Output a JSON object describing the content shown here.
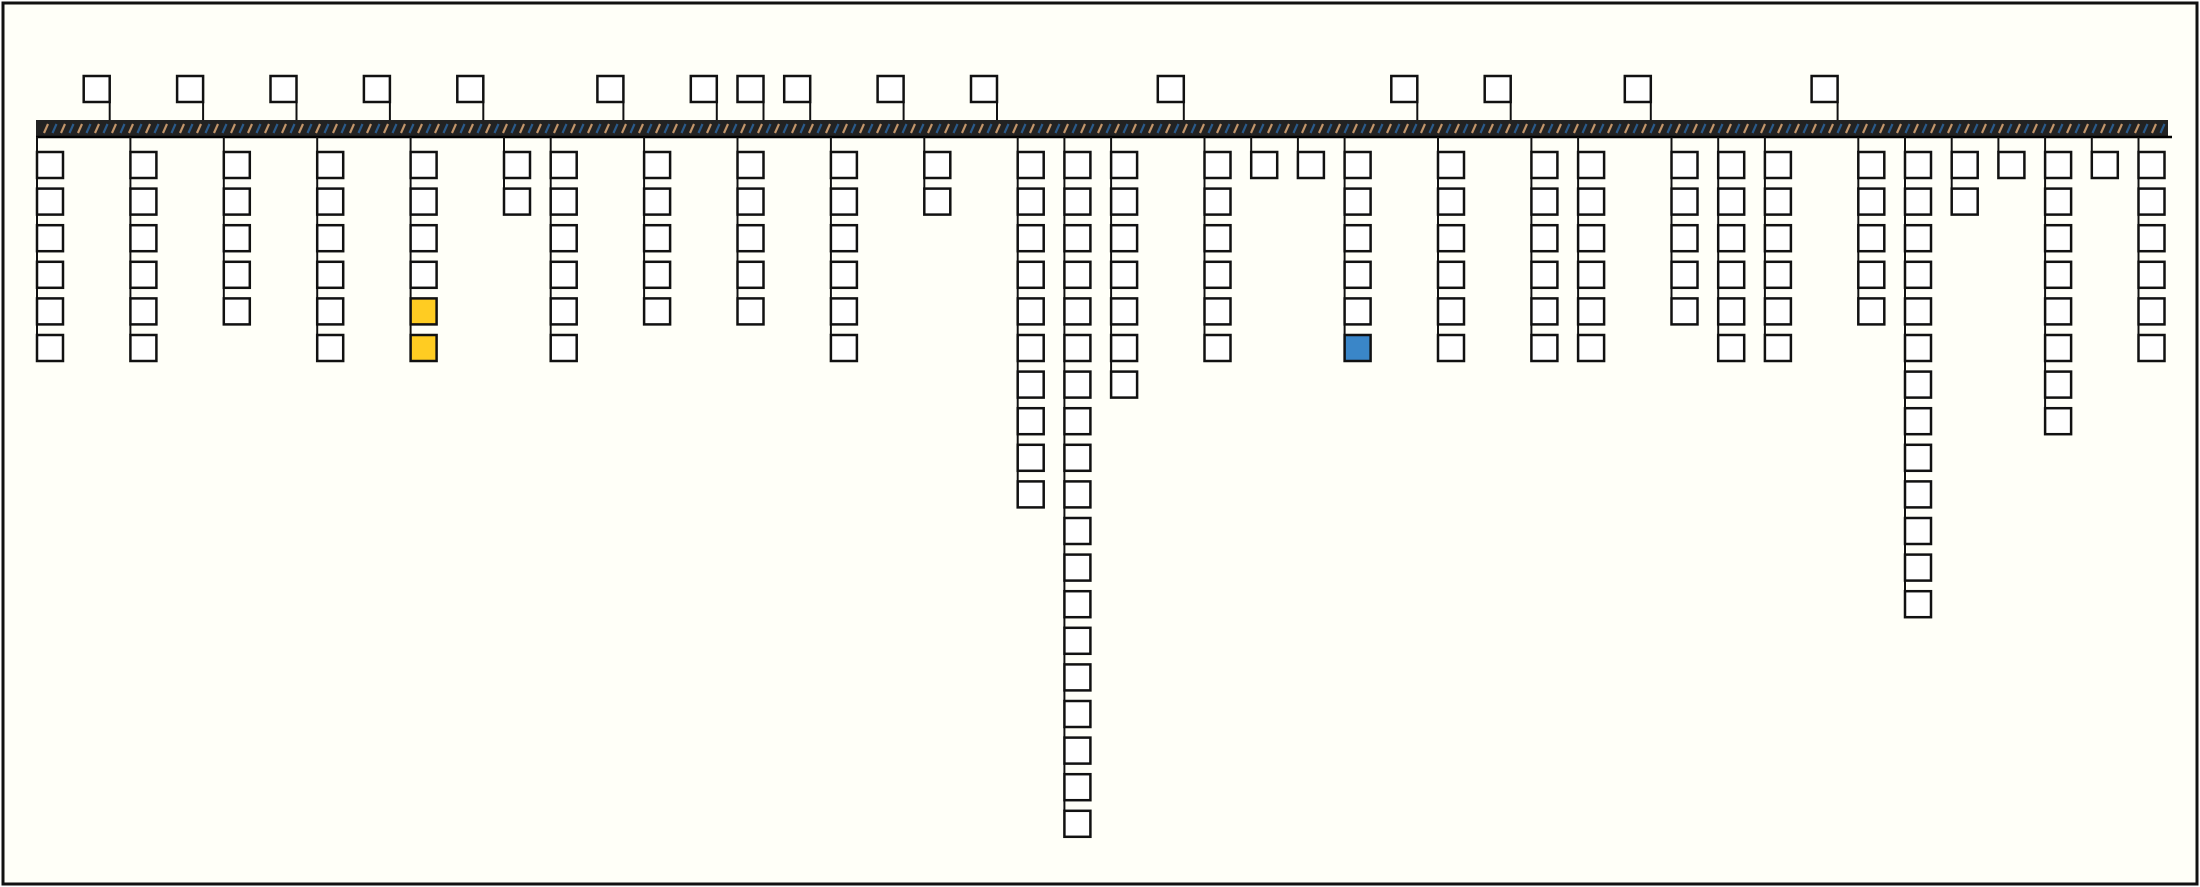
{
  "diagram": {
    "type": "position-map",
    "colors": {
      "background": "#fffff8",
      "border": "#111111",
      "box_fill": "#ffffff",
      "box_stroke": "#111111",
      "highlight_yellow": "#ffcc22",
      "highlight_blue": "#3a86c8",
      "track_base": "#222222",
      "track_stripe_tan": "#c2956a",
      "track_stripe_blue": "#2a5a8a"
    },
    "top_markers": [
      1,
      3,
      5,
      7,
      9,
      12,
      14,
      15,
      16,
      18,
      20,
      24,
      29,
      31,
      34,
      38
    ],
    "columns": [
      {
        "index": 0,
        "count": 6
      },
      {
        "index": 2,
        "count": 6
      },
      {
        "index": 4,
        "count": 5
      },
      {
        "index": 6,
        "count": 6
      },
      {
        "index": 8,
        "count": 6,
        "highlights": [
          {
            "row": 4,
            "color": "yellow"
          },
          {
            "row": 5,
            "color": "yellow"
          }
        ]
      },
      {
        "index": 10,
        "count": 2
      },
      {
        "index": 11,
        "count": 6
      },
      {
        "index": 13,
        "count": 5
      },
      {
        "index": 15,
        "count": 5
      },
      {
        "index": 17,
        "count": 6
      },
      {
        "index": 19,
        "count": 2
      },
      {
        "index": 21,
        "count": 10
      },
      {
        "index": 22,
        "count": 19
      },
      {
        "index": 23,
        "count": 7
      },
      {
        "index": 25,
        "count": 6
      },
      {
        "index": 26,
        "count": 1
      },
      {
        "index": 27,
        "count": 1
      },
      {
        "index": 28,
        "count": 6,
        "highlights": [
          {
            "row": 5,
            "color": "blue"
          }
        ]
      },
      {
        "index": 30,
        "count": 6
      },
      {
        "index": 32,
        "count": 6
      },
      {
        "index": 33,
        "count": 6
      },
      {
        "index": 35,
        "count": 5
      },
      {
        "index": 36,
        "count": 6
      },
      {
        "index": 37,
        "count": 6
      },
      {
        "index": 39,
        "count": 5
      },
      {
        "index": 40,
        "count": 13
      },
      {
        "index": 41,
        "count": 2
      },
      {
        "index": 42,
        "count": 1
      },
      {
        "index": 43,
        "count": 8
      },
      {
        "index": 44,
        "count": 1
      },
      {
        "index": 45,
        "count": 6
      }
    ]
  }
}
